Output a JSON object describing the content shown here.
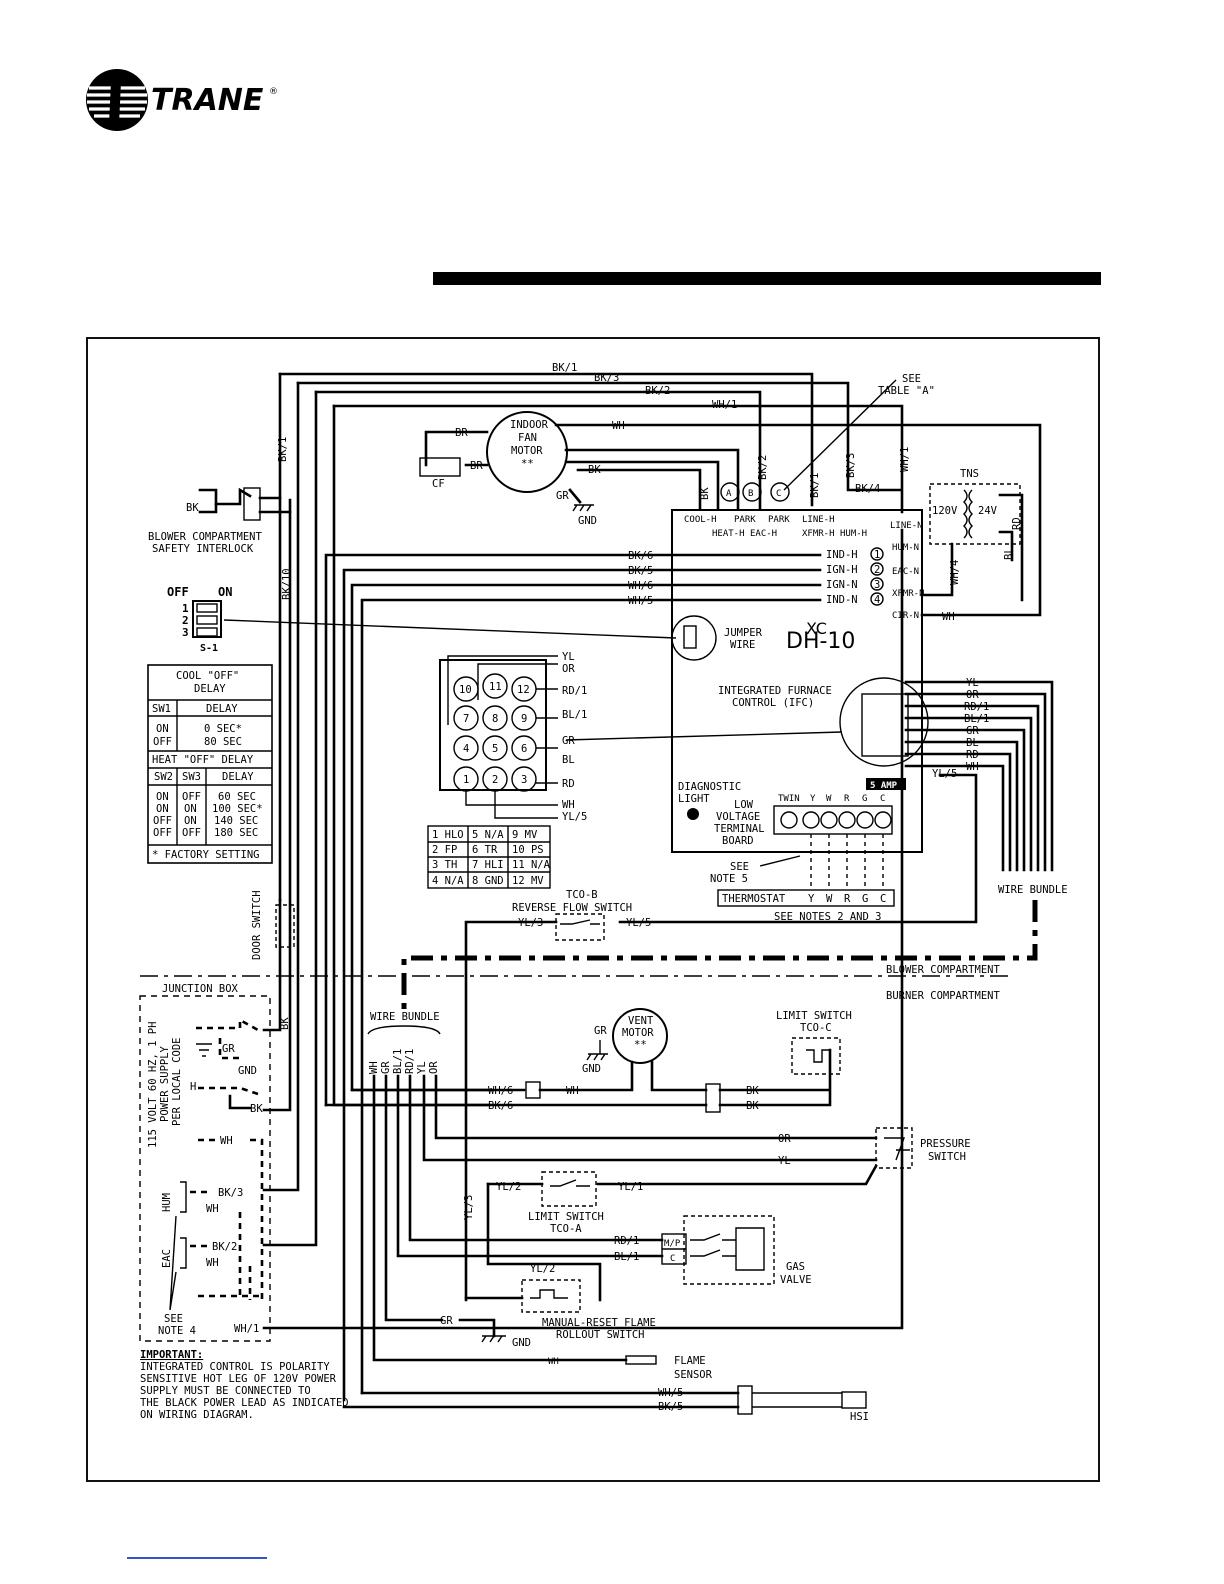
{
  "brand": {
    "name": "TRANE",
    "registered": "®"
  },
  "wires": {
    "bk1": "BK/1",
    "bk3": "BK/3",
    "bk2": "BK/2",
    "wh1": "WH/1",
    "wh": "WH",
    "br": "BR",
    "bk": "BK",
    "bk10": "BK/10",
    "bk4": "BK/4",
    "wh4": "WH/4",
    "rd": "RD",
    "bl": "BL",
    "bk6": "BK/6",
    "bk5": "BK/5",
    "wh6": "WH/6",
    "wh5": "WH/5",
    "gr": "GR",
    "yl": "YL",
    "or": "OR",
    "rd1": "RD/1",
    "bl1": "BL/1",
    "yl5": "YL/5",
    "yl3": "YL/3",
    "yl2": "YL/2",
    "yl1": "YL/1",
    "h": "H"
  },
  "labels": {
    "see_table_a": [
      "SEE",
      "TABLE \"A\""
    ],
    "indoor_fan_motor": [
      "INDOOR",
      "FAN",
      "MOTOR",
      "**"
    ],
    "cf": "CF",
    "gnd": "GND",
    "tns": "TNS",
    "v120": "120V",
    "v24": "24V",
    "blower_interlock": [
      "BLOWER COMPARTMENT",
      "SAFETY INTERLOCK"
    ],
    "off": "OFF",
    "on": "ON",
    "s1": "S-1",
    "jumper_wire": [
      "JUMPER",
      "WIRE"
    ],
    "board_model": "DH-10",
    "board_model_mark": "XC",
    "ifc": [
      "INTEGRATED FURNACE",
      "CONTROL (IFC)"
    ],
    "diagnostic": [
      "DIAGNOSTIC",
      "LIGHT"
    ],
    "low_voltage": [
      "LOW",
      "VOLTAGE",
      "TERMINAL",
      "BOARD"
    ],
    "see_note5": [
      "SEE",
      "NOTE 5"
    ],
    "fuse": "5 AMP",
    "thermostat": "THERMOSTAT",
    "see_notes": "SEE NOTES 2 AND 3",
    "wire_bundle": "WIRE BUNDLE",
    "tco_b": [
      "TCO-B",
      "REVERSE FLOW SWITCH"
    ],
    "door_switch": "DOOR SWITCH",
    "junction_box": "JUNCTION BOX",
    "power_supply": [
      "115 VOLT 60 HZ, 1 PH",
      "POWER SUPPLY",
      "PER LOCAL CODE"
    ],
    "hum": "HUM",
    "eac": "EAC",
    "see_note4": [
      "SEE",
      "NOTE 4"
    ],
    "blower_comp": "BLOWER COMPARTMENT",
    "burner_comp": "BURNER COMPARTMENT",
    "vent_motor": [
      "VENT",
      "MOTOR",
      "**"
    ],
    "limit_tco_c": [
      "LIMIT SWITCH",
      "TCO-C"
    ],
    "pressure_switch": [
      "PRESSURE",
      "SWITCH"
    ],
    "limit_tco_a": [
      "LIMIT SWITCH",
      "TCO-A"
    ],
    "gas_valve": [
      "GAS",
      "VALVE"
    ],
    "mp": "M/P",
    "c": "C",
    "rollout": [
      "MANUAL-RESET FLAME",
      "ROLLOUT SWITCH"
    ],
    "flame_sensor": [
      "FLAME",
      "SENSOR"
    ],
    "hsi": "HSI",
    "important_head": "IMPORTANT:",
    "important_body": [
      "INTEGRATED CONTROL IS POLARITY",
      "SENSITIVE HOT LEG OF 120V POWER",
      "SUPPLY MUST BE CONNECTED TO",
      "THE BLACK POWER LEAD AS INDICATED",
      "ON WIRING DIAGRAM."
    ]
  },
  "board_terminals": {
    "top": [
      "COOL-H",
      "HEAT-H",
      "PARK",
      "EAC-H",
      "PARK",
      "XFMR-H",
      "LINE-H",
      "HUM-H",
      "LINE-N"
    ],
    "right": [
      "HUM-N",
      "EAC-N",
      "XFMR-N",
      "CIR-N"
    ],
    "left": [
      "IND-H",
      "IGN-H",
      "IGN-N",
      "IND-N"
    ],
    "left_nums": [
      "1",
      "2",
      "3",
      "4"
    ],
    "circles": [
      "A",
      "B",
      "C"
    ]
  },
  "lv_terminals": [
    "TWIN",
    "Y",
    "W",
    "R",
    "G",
    "C"
  ],
  "thermostat_terminals": [
    "Y",
    "W",
    "R",
    "G",
    "C"
  ],
  "bundle_colors": [
    "WH",
    "GR",
    "BL/1",
    "RD/1",
    "YL",
    "OR"
  ],
  "pins": [
    "10",
    "11",
    "12",
    "7",
    "8",
    "9",
    "4",
    "5",
    "6",
    "1",
    "2",
    "3"
  ],
  "pin_table": [
    [
      "1 HLO",
      "5 N/A",
      "9 MV"
    ],
    [
      "2 FP",
      "6 TR",
      "10 PS"
    ],
    [
      "3 TH",
      "7 HLI",
      "11 N/A"
    ],
    [
      "4 N/A",
      "8 GND",
      "12 MV"
    ]
  ],
  "cool_table": {
    "title": [
      "COOL \"OFF\"",
      "DELAY"
    ],
    "headers": [
      "SW1",
      "DELAY"
    ],
    "rows": [
      [
        "ON",
        "0 SEC*"
      ],
      [
        "OFF",
        "80 SEC"
      ]
    ]
  },
  "heat_table": {
    "title": "HEAT \"OFF\" DELAY",
    "headers": [
      "SW2",
      "SW3",
      "DELAY"
    ],
    "rows": [
      [
        "ON",
        "OFF",
        "60 SEC"
      ],
      [
        "ON",
        "ON",
        "100 SEC*"
      ],
      [
        "OFF",
        "ON",
        "140 SEC"
      ],
      [
        "OFF",
        "OFF",
        "180 SEC"
      ]
    ],
    "footnote": "* FACTORY SETTING"
  }
}
